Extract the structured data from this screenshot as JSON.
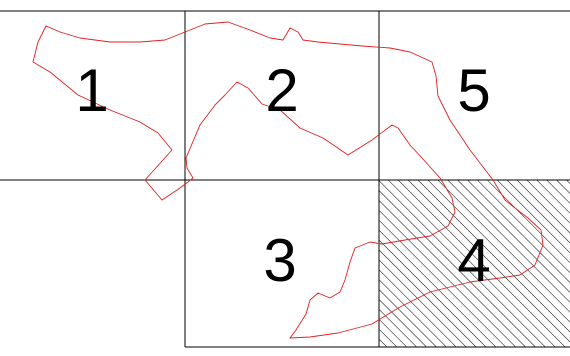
{
  "cells": [
    {
      "id": "1",
      "label": "1",
      "hatched": false
    },
    {
      "id": "2",
      "label": "2",
      "hatched": false
    },
    {
      "id": "5",
      "label": "5",
      "hatched": false
    },
    {
      "id": "3",
      "label": "3",
      "hatched": false
    },
    {
      "id": "4",
      "label": "4",
      "hatched": true
    }
  ],
  "colors": {
    "grid_line": "#000000",
    "boundary": "#e02020",
    "hatch": "#000000",
    "background": "#ffffff"
  }
}
